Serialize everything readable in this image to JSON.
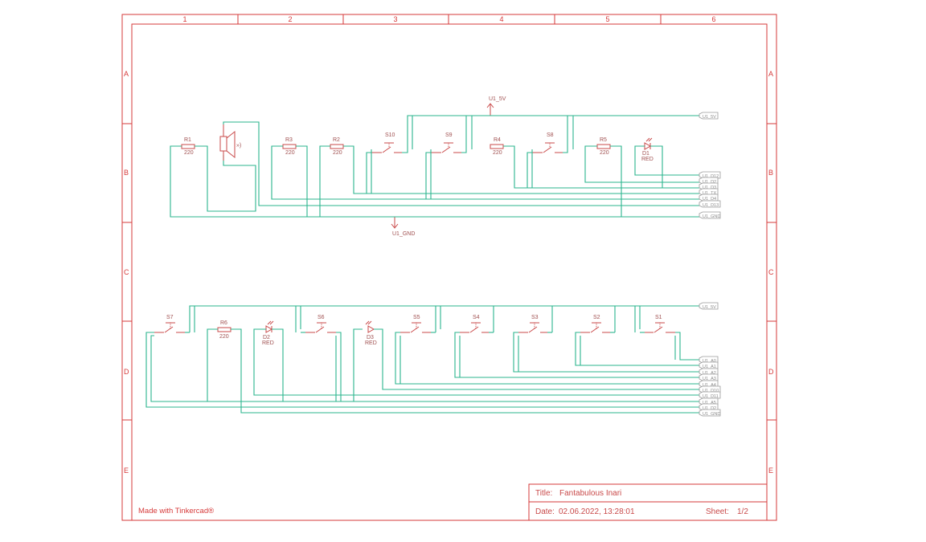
{
  "frame": {
    "columns": [
      "1",
      "2",
      "3",
      "4",
      "5",
      "6"
    ],
    "rows": [
      "A",
      "B",
      "C",
      "D",
      "E"
    ],
    "footer": "Made with Tinkercad®"
  },
  "title_block": {
    "title_label": "Title:",
    "title": "Fantabulous Inari",
    "date_label": "Date:",
    "date": "02.06.2022, 13:28:01",
    "sheet_label": "Sheet:",
    "sheet": "1/2"
  },
  "colors": {
    "frame": "#d63a3a",
    "wire": "#2bb58e",
    "component": "#c94a4a",
    "port": "#9a9a9a"
  },
  "power": {
    "vcc": "U1_5V",
    "gnd": "U1_GND"
  },
  "top_circuit": {
    "resistors": [
      {
        "ref": "R1",
        "value": "220"
      },
      {
        "ref": "R3",
        "value": "220"
      },
      {
        "ref": "R2",
        "value": "220"
      },
      {
        "ref": "R4",
        "value": "220"
      },
      {
        "ref": "R5",
        "value": "220"
      }
    ],
    "switches": [
      "S10",
      "S9",
      "S8"
    ],
    "led": {
      "ref": "D1",
      "value": "RED"
    },
    "buzzer": {
      "symbol": "buzzer-icon"
    },
    "ports": [
      "U1_5V",
      "U1_D12",
      "U1_D2",
      "U1_D3",
      "U1_TX",
      "U1_D4",
      "U1_D13",
      "U1_GND"
    ]
  },
  "bottom_circuit": {
    "switches": [
      "S7",
      "S6",
      "S5",
      "S4",
      "S3",
      "S2",
      "S1"
    ],
    "resistor": {
      "ref": "R6",
      "value": "220"
    },
    "leds": [
      {
        "ref": "D2",
        "value": "RED"
      },
      {
        "ref": "D3",
        "value": "RED"
      }
    ],
    "ports": [
      "U1_5V",
      "U1_A0",
      "U1_A1",
      "U1_A2",
      "U1_A3",
      "U1_A4",
      "U1_D10",
      "U1_D11",
      "U1_A5",
      "U1_D2",
      "U1_GND"
    ]
  }
}
